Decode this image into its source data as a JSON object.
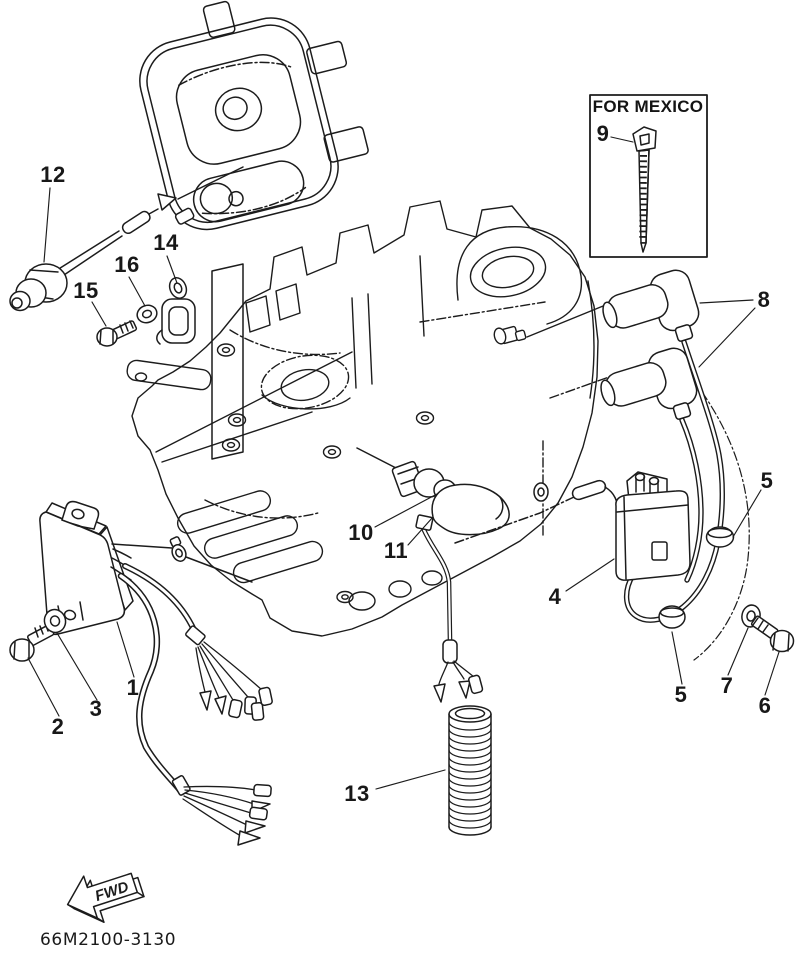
{
  "diagram": {
    "part_code": "66M2100-3130",
    "inset_label": "FOR MEXICO",
    "fwd_label": "FWD",
    "line_color": "#1c1c1c",
    "background_color": "#ffffff"
  },
  "callouts": {
    "n1": "1",
    "n2": "2",
    "n3": "3",
    "n4": "4",
    "n5": "5",
    "n6": "6",
    "n7": "7",
    "n8": "8",
    "n9": "9",
    "n10": "10",
    "n11": "11",
    "n12": "12",
    "n13": "13",
    "n14": "14",
    "n15": "15",
    "n16": "16"
  }
}
